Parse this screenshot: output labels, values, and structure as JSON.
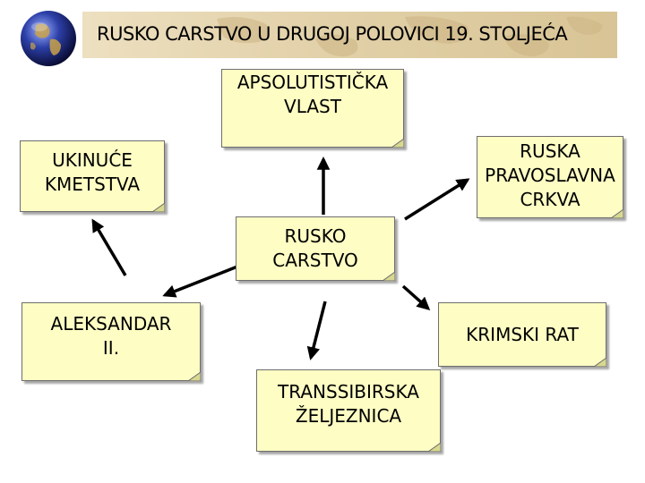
{
  "slide": {
    "title": "RUSKO CARSTVO U DRUGOJ POLOVICI 19. STOLJEĆA"
  },
  "nodes": {
    "center": "RUSKO\nCARSTVO",
    "absolutism": "APSOLUTISTIČKA\nVLAST",
    "serfdom": "UKINUĆE\nKMETSTVA",
    "church": "RUSKA\nPRAVOSLAVNA\nCRKVA",
    "alexander": "ALEKSANDAR\nII.",
    "crimean_war": "KRIMSKI RAT",
    "railway": "TRANSSIBIRSKA\nŽELJEZNICA"
  },
  "colors": {
    "note_fill": "#fdfdc4",
    "title_band": "#e3d2ab",
    "arrow": "#000000"
  }
}
